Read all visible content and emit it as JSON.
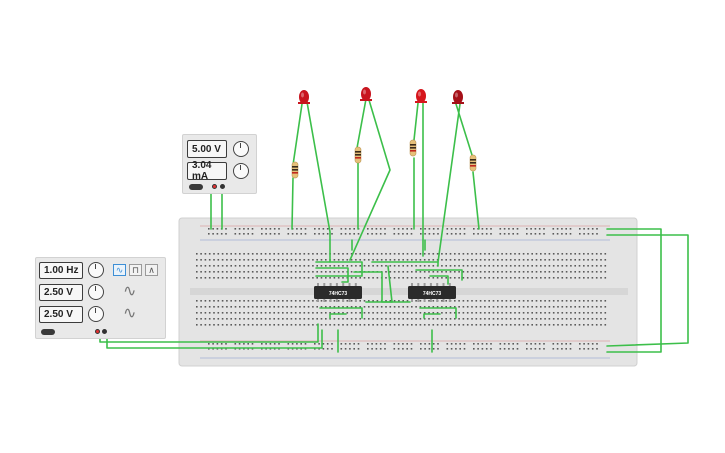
{
  "power_supply": {
    "voltage": "5.00 V",
    "current": "3.04 mA"
  },
  "function_generator": {
    "frequency": "1.00 Hz",
    "amplitude": "2.50 V",
    "dc_offset": "2.50 V",
    "waveforms": [
      "sine",
      "square",
      "triangle"
    ],
    "selected_waveform": "sine"
  },
  "chips": [
    {
      "label": "74HC73"
    },
    {
      "label": "74HC73"
    }
  ],
  "leds": [
    {
      "color": "#c8141e"
    },
    {
      "color": "#c8141e"
    },
    {
      "color": "#d6161c"
    },
    {
      "color": "#a51018"
    }
  ],
  "wire_color": "#3cbf4a",
  "breadboard_color": "#e3e3e3"
}
